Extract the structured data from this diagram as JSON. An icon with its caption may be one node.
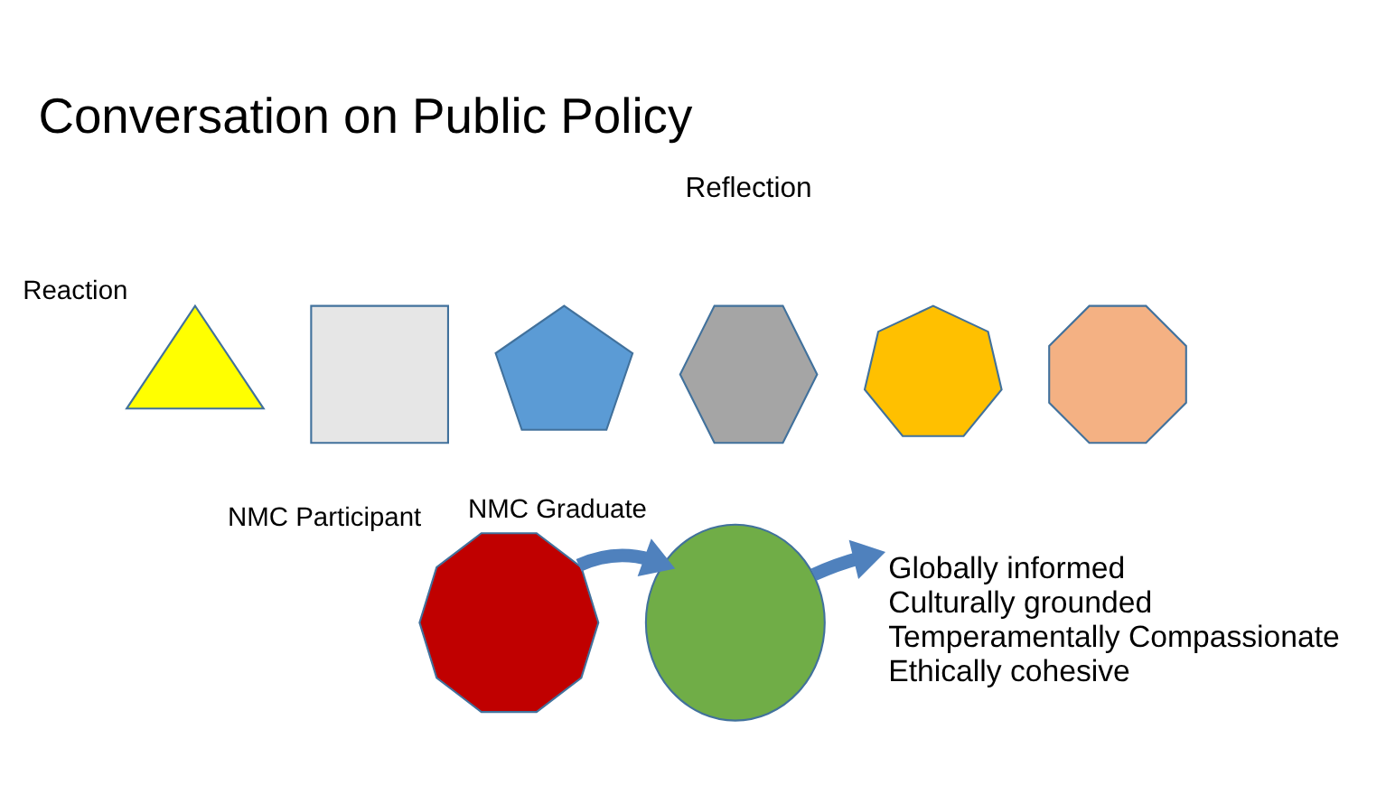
{
  "diagram": {
    "title": "Conversation on Public Policy",
    "nodes": [
      {
        "text": [],
        "shape": "triangle",
        "beside": [
          "Reaction"
        ]
      },
      {
        "text": [],
        "shape": "square"
      },
      {
        "text": [],
        "shape": "pentagon"
      },
      {
        "text": [],
        "shape": "hexagon"
      },
      {
        "text": [],
        "shape": "heptagon"
      },
      {
        "text": [],
        "shape": "octagon"
      },
      {
        "text": [],
        "shape": "decagon",
        "beside": [
          "NMC Participant"
        ]
      },
      {
        "text": [],
        "shape": "circle",
        "beside": [
          "NMC Graduate"
        ]
      },
      {
        "text": [
          "Globally informed",
          "Culturally grounded",
          "Temperamentally Compassionate",
          "Ethically cohesive"
        ]
      }
    ],
    "edges": [
      {
        "from": 6,
        "to": 7,
        "arrow": "to"
      },
      {
        "from": 7,
        "to": 8,
        "arrow": "to"
      }
    ],
    "labels": [
      "Reflection"
    ]
  }
}
